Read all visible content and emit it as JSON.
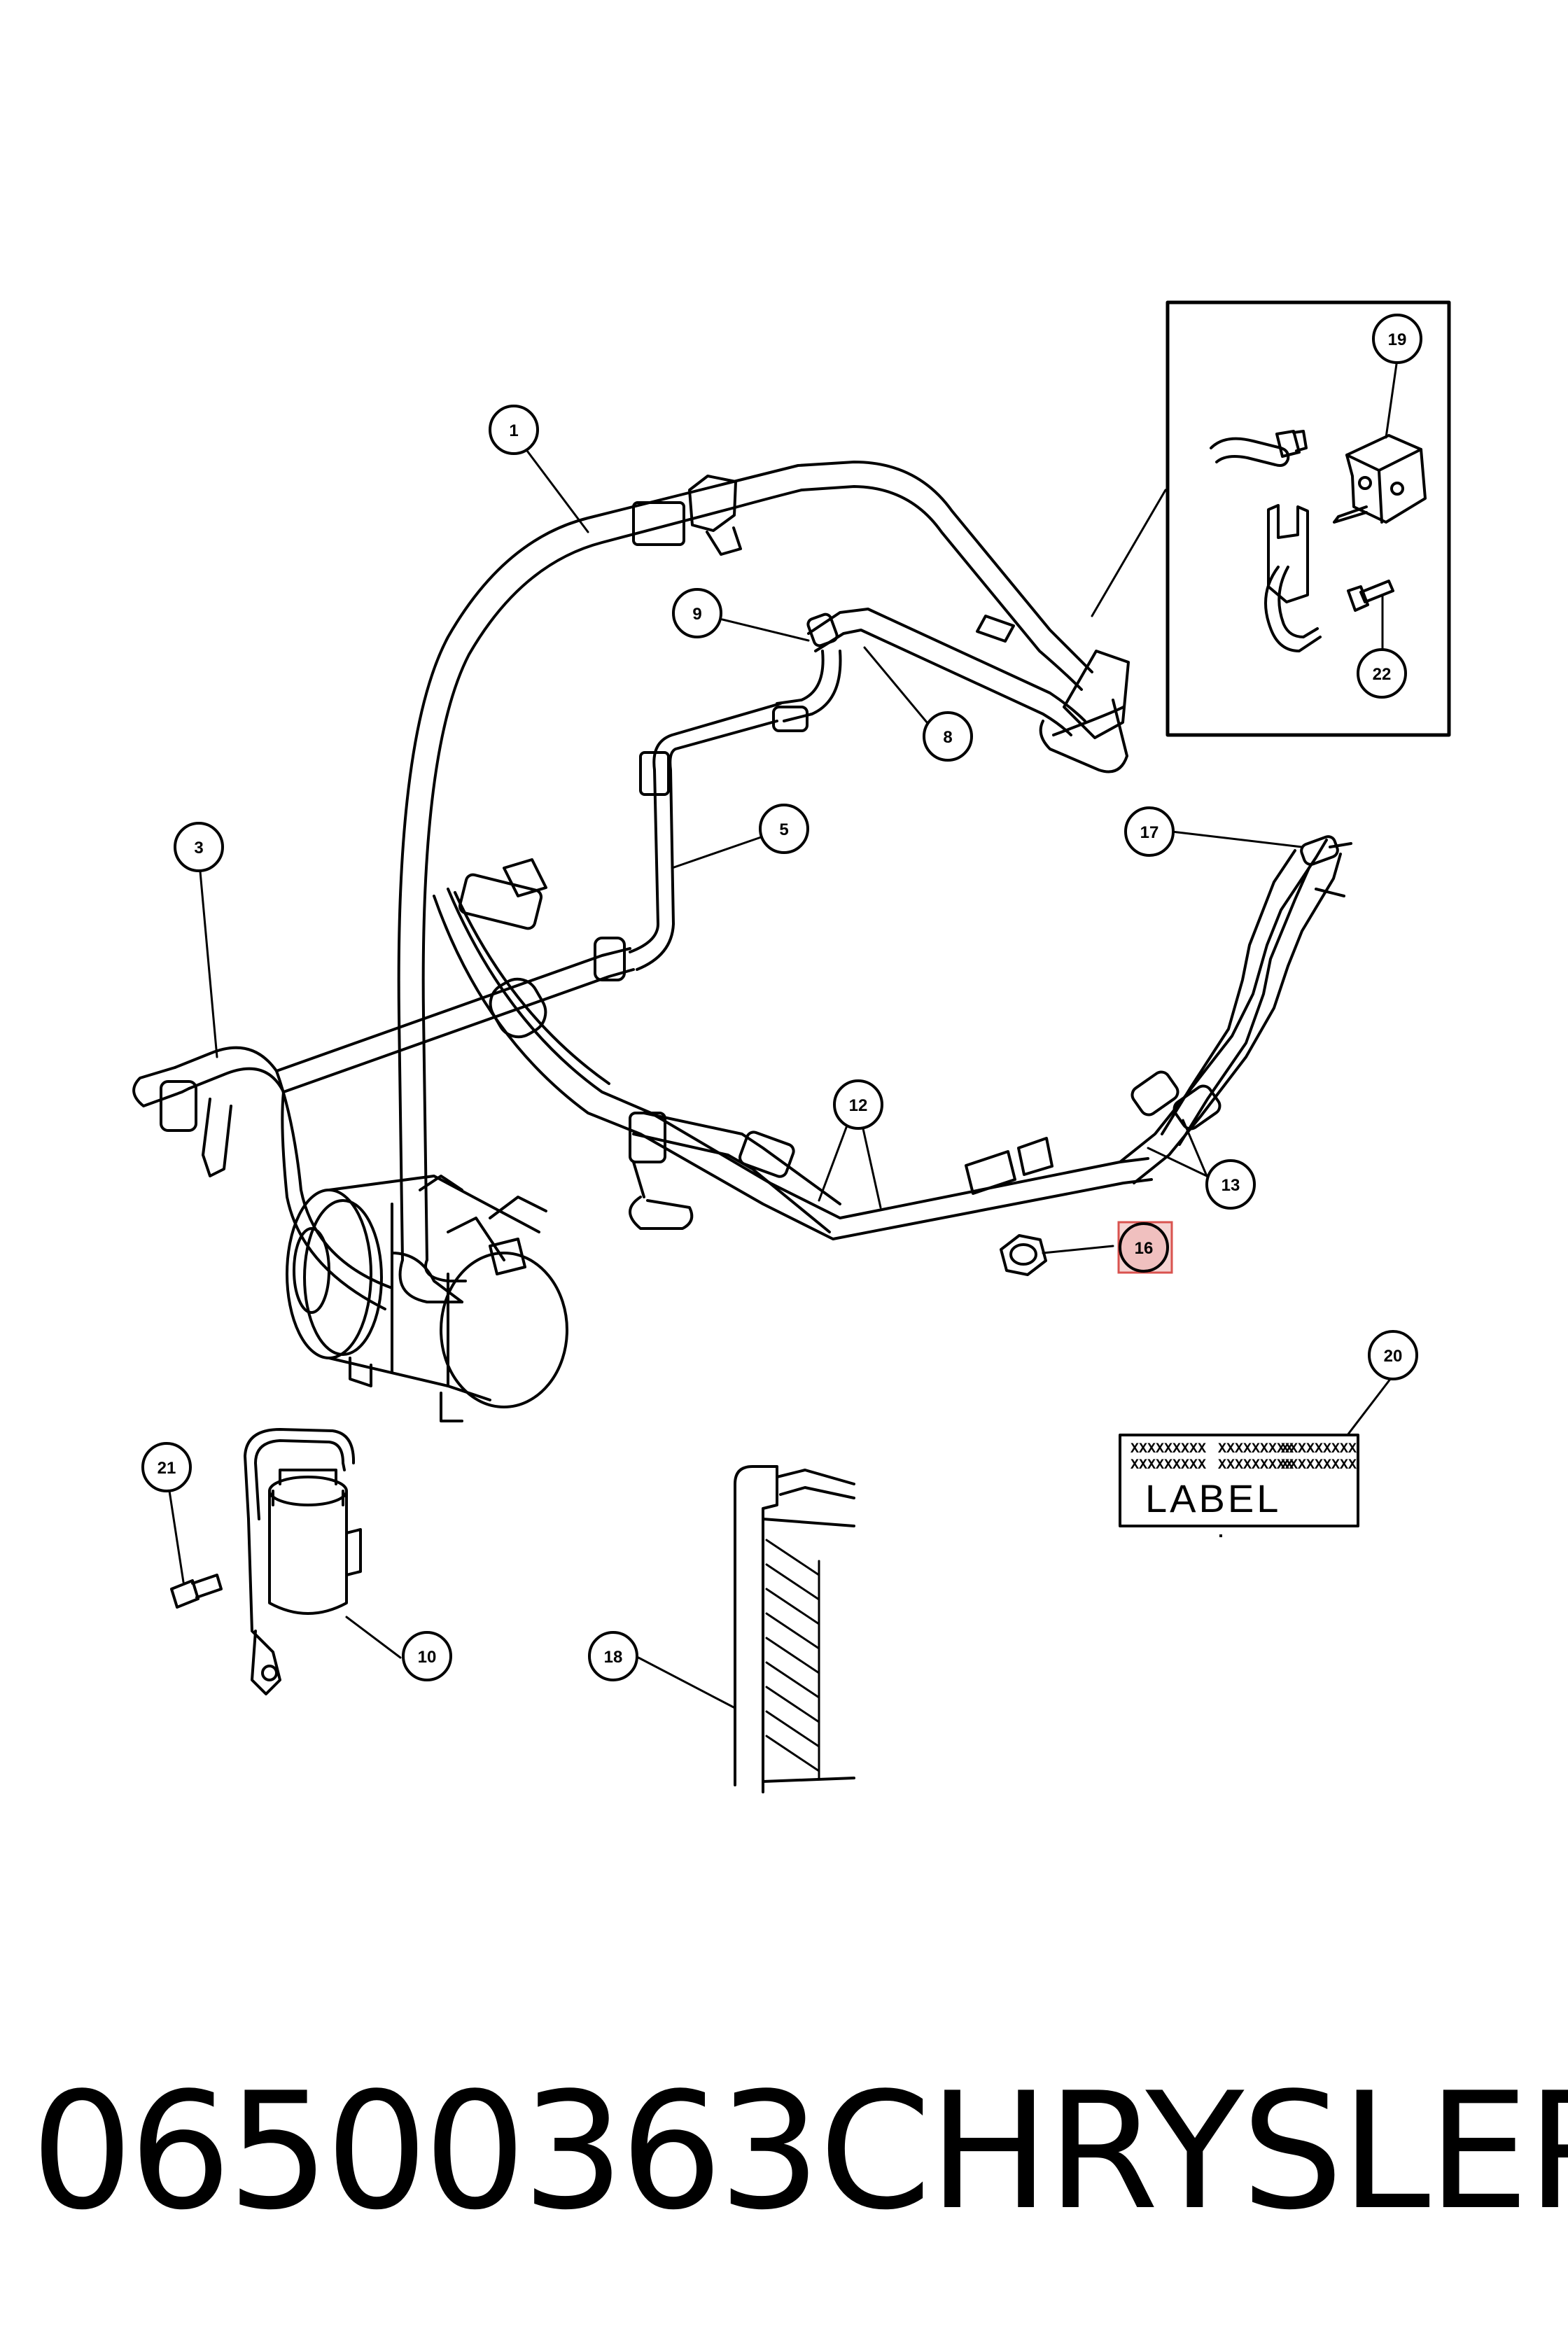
{
  "footer": {
    "part_number": "06500363",
    "brand": "CHRYSLER"
  },
  "diagram": {
    "callouts": [
      "1",
      "3",
      "5",
      "8",
      "9",
      "10",
      "12",
      "13",
      "16",
      "17",
      "18",
      "19",
      "20",
      "21",
      "22"
    ],
    "highlighted_callout": "16",
    "highlight_color": "#d9534f",
    "label_plate": {
      "text": "LABEL",
      "pattern_text": "XXXXXXXXX"
    }
  }
}
